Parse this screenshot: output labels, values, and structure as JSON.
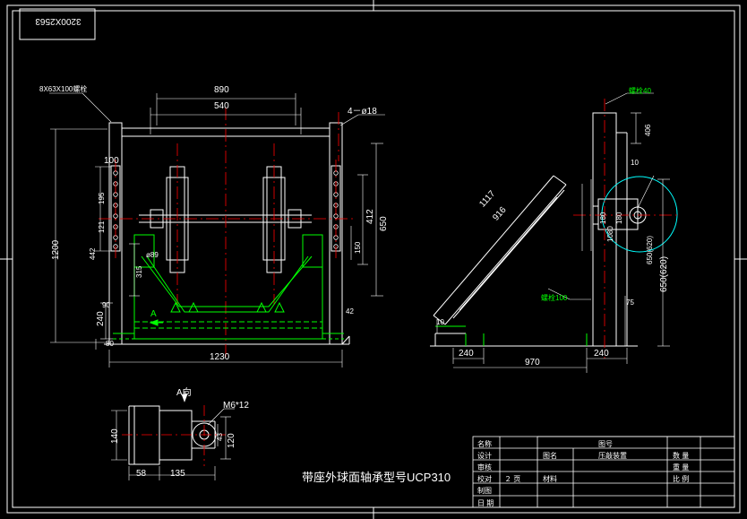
{
  "drawing": {
    "title_box_text": "3200X2563",
    "bearing_note": "带座外球面轴承型号UCP310",
    "view_a_label": "A",
    "view_a_arrow_label": "A向",
    "bolt_note": "4－ø18",
    "bolt_note_2": "8X63X100螺栓",
    "screw_note": "M6*12"
  },
  "front_view": {
    "dims": {
      "top_890": "890",
      "top_540": "540",
      "left_1200": "1200",
      "left_100": "100",
      "left_442": "442",
      "left_121": "121",
      "left_195": "195",
      "left_315": "315",
      "left_89": "ø89",
      "left_240": "240",
      "left_80": "80",
      "left_90": "90",
      "right_650": "650",
      "right_412": "412",
      "right_150": "150",
      "right_42": "42",
      "bottom_1230": "1230"
    }
  },
  "side_view": {
    "dims": {
      "d_1117": "1117",
      "d_916": "916",
      "d_1080": "1080",
      "d_180": "180",
      "d_180b": "180",
      "d_10": "10",
      "d_10b": "10",
      "d_75": "75",
      "d_650_620": "650(620)",
      "d_650_620b": "650(620)",
      "d_240": "240",
      "d_970": "970",
      "d_240b": "240",
      "d_100": "螺栓100",
      "d_140": "螺栓40",
      "d_406": "406"
    }
  },
  "detail_view": {
    "dims": {
      "d_140": "140",
      "d_120": "120",
      "d_43": "43",
      "d_58": "58",
      "d_135": "135"
    }
  },
  "title_block": {
    "rows": [
      {
        "label": "名称",
        "value": "",
        "right_label": "图号",
        "right_value": ""
      },
      {
        "label": "设计",
        "value": "",
        "right_label": "图名",
        "right_value": "压敲装置",
        "r2": "数 量"
      },
      {
        "label": "审核",
        "value": "",
        "right_label": "",
        "right_value": "",
        "r2": "重 量"
      },
      {
        "label": "校对",
        "value": "２ 页",
        "right_label": "材料",
        "right_value": "",
        "r2": "比 例"
      },
      {
        "label": "制图",
        "value": "",
        "right_label": "",
        "right_value": "",
        "r2": ""
      },
      {
        "label": "日 期",
        "value": "",
        "right_label": "",
        "right_value": "",
        "r2": ""
      }
    ]
  },
  "colors": {
    "background": "#000000",
    "white": "#ffffff",
    "green": "#00ff00",
    "cyan": "#00ffff",
    "yellow": "#ffff00",
    "red": "#ff0000"
  }
}
